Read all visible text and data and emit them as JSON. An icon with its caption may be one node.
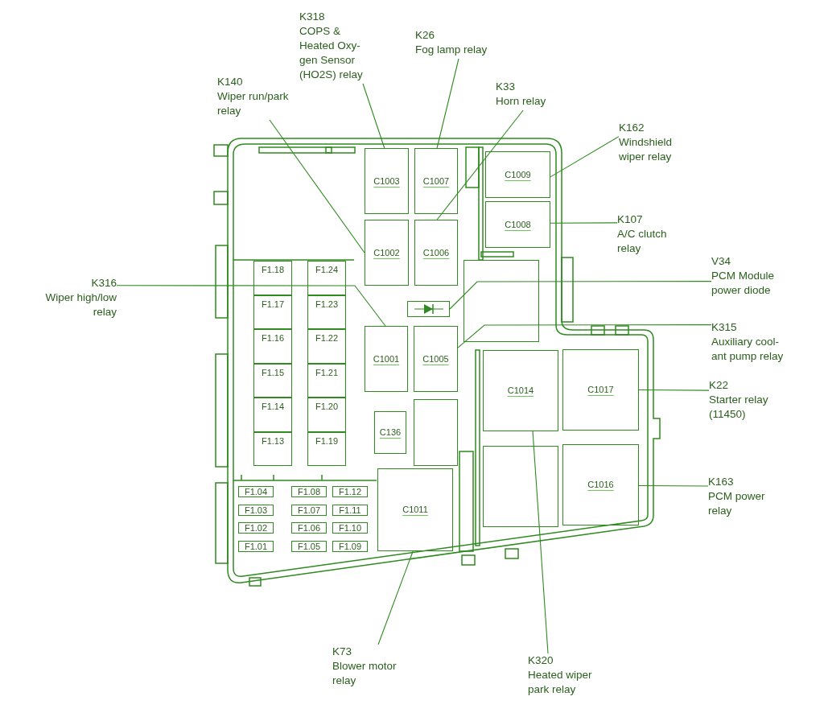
{
  "diagram": {
    "nodes": [
      {
        "text": [],
        "shape": "box"
      },
      {
        "text": [
          "C1003"
        ],
        "in": 0
      },
      {
        "text": [
          "C1007"
        ],
        "in": 0
      },
      {
        "text": [
          "C1009"
        ],
        "in": 0
      },
      {
        "text": [
          "C1008"
        ],
        "in": 0
      },
      {
        "text": [
          "C1002"
        ],
        "in": 0
      },
      {
        "text": [
          "C1006"
        ],
        "in": 0
      },
      {
        "text": [
          "F1.18"
        ],
        "in": 0
      },
      {
        "text": [
          "F1.24"
        ],
        "in": 0
      },
      {
        "text": [
          "F1.17"
        ],
        "in": 0
      },
      {
        "text": [
          "F1.23"
        ],
        "in": 0
      },
      {
        "text": [
          "F1.16"
        ],
        "in": 0
      },
      {
        "text": [
          "F1.22"
        ],
        "in": 0
      },
      {
        "text": [
          "F1.15"
        ],
        "in": 0
      },
      {
        "text": [
          "F1.21"
        ],
        "in": 0
      },
      {
        "text": [
          "F1.14"
        ],
        "in": 0
      },
      {
        "text": [
          "F1.20"
        ],
        "in": 0
      },
      {
        "text": [
          "F1.13"
        ],
        "in": 0
      },
      {
        "text": [
          "F1.19"
        ],
        "in": 0
      },
      {
        "text": [],
        "shape": "box",
        "in": 0
      },
      {
        "text": [],
        "shape": "box",
        "in": 0
      },
      {
        "text": [
          "C1001"
        ],
        "in": 0
      },
      {
        "text": [
          "C1005"
        ],
        "in": 0
      },
      {
        "text": [
          "C136"
        ],
        "in": 0
      },
      {
        "text": [],
        "shape": "box",
        "in": 0
      },
      {
        "text": [
          "C1014"
        ],
        "in": 0
      },
      {
        "text": [
          "C1017"
        ],
        "in": 0
      },
      {
        "text": [],
        "shape": "box",
        "in": 0
      },
      {
        "text": [
          "C1016"
        ],
        "in": 0
      },
      {
        "text": [
          "F1.04"
        ],
        "in": 0
      },
      {
        "text": [
          "F1.08"
        ],
        "in": 0
      },
      {
        "text": [
          "F1.12"
        ],
        "in": 0
      },
      {
        "text": [
          "F1.03"
        ],
        "in": 0
      },
      {
        "text": [
          "F1.07"
        ],
        "in": 0
      },
      {
        "text": [
          "F1.11"
        ],
        "in": 0
      },
      {
        "text": [
          "F1.02"
        ],
        "in": 0
      },
      {
        "text": [
          "F1.06"
        ],
        "in": 0
      },
      {
        "text": [
          "F1.10"
        ],
        "in": 0
      },
      {
        "text": [
          "F1.01"
        ],
        "in": 0
      },
      {
        "text": [
          "F1.05"
        ],
        "in": 0
      },
      {
        "text": [
          "F1.09"
        ],
        "in": 0
      },
      {
        "text": [
          "C1011"
        ],
        "in": 0
      },
      {
        "text": [
          "K318",
          "COPS & Heated Oxy- gen Sensor (HO2S) relay"
        ]
      },
      {
        "text": [
          "K26",
          "Fog lamp relay"
        ]
      },
      {
        "text": [
          "K140",
          "Wiper run/park relay"
        ]
      },
      {
        "text": [
          "K33",
          "Horn relay"
        ]
      },
      {
        "text": [
          "K162",
          "Windshield wiper relay"
        ]
      },
      {
        "text": [
          "K107",
          "A/C clutch relay"
        ]
      },
      {
        "text": [
          "V34",
          "PCM Module power diode"
        ]
      },
      {
        "text": [
          "K316",
          "Wiper high/low relay"
        ]
      },
      {
        "text": [
          "K315",
          "Auxiliary cool- ant pump relay"
        ]
      },
      {
        "text": [
          "K22",
          "Starter relay (11450)"
        ]
      },
      {
        "text": [
          "K163",
          "PCM power relay"
        ]
      },
      {
        "text": [
          "K73",
          "Blower motor relay"
        ]
      },
      {
        "text": [
          "K320",
          "Heated wiper park relay"
        ]
      }
    ],
    "edges": [
      {
        "from": 42,
        "to": 1,
        "arrow": "none"
      },
      {
        "from": 43,
        "to": 2,
        "arrow": "none"
      },
      {
        "from": 44,
        "to": 5,
        "arrow": "none"
      },
      {
        "from": 45,
        "to": 6,
        "arrow": "none"
      },
      {
        "from": 46,
        "to": 3,
        "arrow": "none"
      },
      {
        "from": 47,
        "to": 4,
        "arrow": "none"
      },
      {
        "from": 48,
        "to": 20,
        "arrow": "none"
      },
      {
        "from": 49,
        "to": 21,
        "arrow": "none"
      },
      {
        "from": 50,
        "to": 22,
        "arrow": "none"
      },
      {
        "from": 51,
        "to": 26,
        "arrow": "none"
      },
      {
        "from": 52,
        "to": 28,
        "arrow": "none"
      },
      {
        "from": 53,
        "to": 41,
        "arrow": "none"
      },
      {
        "from": 54,
        "to": 25,
        "arrow": "none"
      }
    ]
  }
}
